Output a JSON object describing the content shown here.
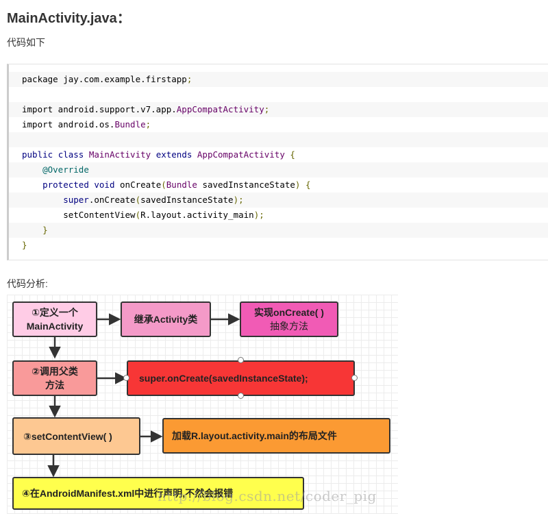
{
  "heading": "MainActivity.java：",
  "intro": "代码如下",
  "code_lines": [
    [
      {
        "t": "package jay.com.example.firstapp",
        "c": "pln"
      },
      {
        "t": ";",
        "c": "pun"
      }
    ],
    [],
    [
      {
        "t": "import android.support.v7.app.",
        "c": "pln"
      },
      {
        "t": "AppCompatActivity",
        "c": "cls"
      },
      {
        "t": ";",
        "c": "pun"
      }
    ],
    [
      {
        "t": "import android.os.",
        "c": "pln"
      },
      {
        "t": "Bundle",
        "c": "cls"
      },
      {
        "t": ";",
        "c": "pun"
      }
    ],
    [],
    [
      {
        "t": "public ",
        "c": "kw"
      },
      {
        "t": "class ",
        "c": "kw"
      },
      {
        "t": "MainActivity ",
        "c": "cls"
      },
      {
        "t": "extends ",
        "c": "kw"
      },
      {
        "t": "AppCompatActivity ",
        "c": "cls"
      },
      {
        "t": "{",
        "c": "pun"
      }
    ],
    [
      {
        "t": "    ",
        "c": "pln"
      },
      {
        "t": "@Override",
        "c": "ann"
      }
    ],
    [
      {
        "t": "    ",
        "c": "pln"
      },
      {
        "t": "protected ",
        "c": "kw"
      },
      {
        "t": "void ",
        "c": "kw"
      },
      {
        "t": "onCreate",
        "c": "pln"
      },
      {
        "t": "(",
        "c": "pun"
      },
      {
        "t": "Bundle ",
        "c": "cls"
      },
      {
        "t": "savedInstanceState",
        "c": "pln"
      },
      {
        "t": ") {",
        "c": "pun"
      }
    ],
    [
      {
        "t": "        super",
        "c": "kw"
      },
      {
        "t": ".onCreate",
        "c": "pln"
      },
      {
        "t": "(",
        "c": "pun"
      },
      {
        "t": "savedInstanceState",
        "c": "pln"
      },
      {
        "t": ");",
        "c": "pun"
      }
    ],
    [
      {
        "t": "        setContentView",
        "c": "pln"
      },
      {
        "t": "(",
        "c": "pun"
      },
      {
        "t": "R.layout.activity_main",
        "c": "pln"
      },
      {
        "t": ");",
        "c": "pun"
      }
    ],
    [
      {
        "t": "    ",
        "c": "pln"
      },
      {
        "t": "}",
        "c": "pun"
      }
    ],
    [
      {
        "t": "}",
        "c": "pun"
      }
    ]
  ],
  "analysis_label": "代码分析:",
  "diagram": {
    "step1_line1": "①定义一个",
    "step1_line2": "MainActivity",
    "step1_next": "继承Activity类",
    "step1_impl_line1": "实现onCreate( )",
    "step1_impl_line2": "抽象方法",
    "step2_line1": "②调用父类",
    "step2_line2": "方法",
    "step2_next": "super.onCreate(savedInstanceState);",
    "step3": "③setContentView( )",
    "step3_next": "加载R.layout.activity.main的布局文件",
    "step4": "④在AndroidManifest.xml中进行声明,不然会报错"
  },
  "watermark": "http://blog.csdn.net/coder_pig",
  "colors": {
    "step1": "#ffcce6",
    "inherit": "#f49ac8",
    "impl": "#f15bb5",
    "step2": "#f99a9a",
    "super": "#f73636",
    "step3": "#fdc892",
    "load": "#fb9a33",
    "step4": "#ffff4d"
  }
}
